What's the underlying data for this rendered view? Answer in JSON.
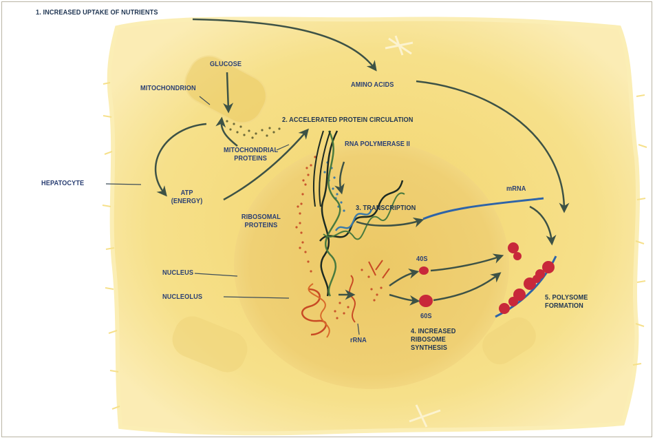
{
  "labels": {
    "step1": "1. INCREASED UPTAKE OF NUTRIENTS",
    "glucose": "GLUCOSE",
    "mitochondrion": "MITOCHONDRION",
    "amino_acids": "AMINO ACIDS",
    "step2": "2. ACCELERATED PROTEIN CIRCULATION",
    "rna_polymerase": "RNA  POLYMERASE II",
    "mito_proteins_1": "MITOCHONDRIAL",
    "mito_proteins_2": "PROTEINS",
    "hepatocyte": "HEPATOCYTE",
    "atp_1": "ATP",
    "atp_2": "(ENERGY)",
    "mrna": "mRNA",
    "step3": "3. TRANSCRIPTION",
    "ribosomal_1": "RIBOSOMAL",
    "ribosomal_2": "PROTEINS",
    "nucleus": "NUCLEUS",
    "nucleolus": "NUCLEOLUS",
    "s40": "40S",
    "s60": "60S",
    "rrna": "rRNA",
    "step4_1": "4. INCREASED",
    "step4_2": "RIBOSOME",
    "step4_3": "SYNTHESIS",
    "step5_1": "5. POLYSOME",
    "step5_2": "FORMATION"
  },
  "colors": {
    "cell_fill": "#f6e08a",
    "cell_edge": "#fbeeb5",
    "nucleus_fill": "#eed072",
    "arrow": "#3d5246",
    "dna_black": "#1c2a22",
    "dna_green": "#4a7a3e",
    "dna_blue": "#3c7aa8",
    "rrna_red": "#c84a24",
    "protein_dot": "#c9552c",
    "ribosome_red": "#c8283a",
    "mrna_blue": "#2e64a8",
    "label_text": "#2a3f73"
  }
}
